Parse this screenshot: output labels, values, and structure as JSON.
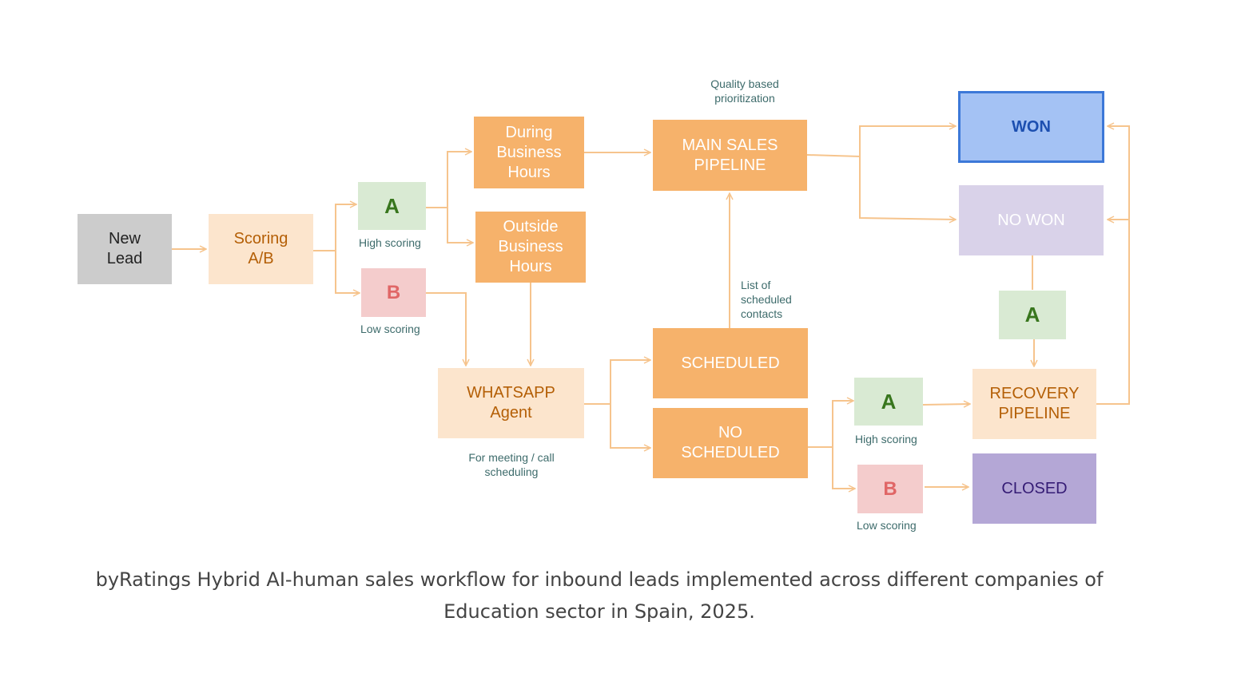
{
  "nodes": {
    "new_lead": "New\nLead",
    "scoring": "Scoring\nA/B",
    "a1": "A",
    "b1": "B",
    "during": "During\nBusiness\nHours",
    "outside": "Outside\nBusiness\nHours",
    "main_sales": "MAIN SALES\nPIPELINE",
    "whatsapp": "WHATSAPP\nAgent",
    "scheduled": "SCHEDULED",
    "no_scheduled": "NO\nSCHEDULED",
    "won": "WON",
    "no_won": "NO WON",
    "a3": "A",
    "a2": "A",
    "b2": "B",
    "recovery": "RECOVERY\nPIPELINE",
    "closed": "CLOSED"
  },
  "notes": {
    "high_scoring_1": "High scoring",
    "low_scoring_1": "Low scoring",
    "quality": "Quality based\nprioritization",
    "list_scheduled": "List of\nscheduled\ncontacts",
    "meeting": "For meeting / call\nscheduling",
    "high_scoring_2": "High scoring",
    "low_scoring_2": "Low scoring"
  },
  "colors": {
    "connector": "#f6c48d",
    "orange": "#f6b26b",
    "pale_orange": "#fce5cd",
    "green": "#d9ead3",
    "pink": "#f4cccc",
    "won_blue": "#a4c2f4",
    "lavender": "#d9d2e9",
    "purple": "#b4a7d6"
  },
  "caption": "byRatings Hybrid AI-human sales workflow for inbound leads implemented across different companies of Education sector in Spain, 2025."
}
